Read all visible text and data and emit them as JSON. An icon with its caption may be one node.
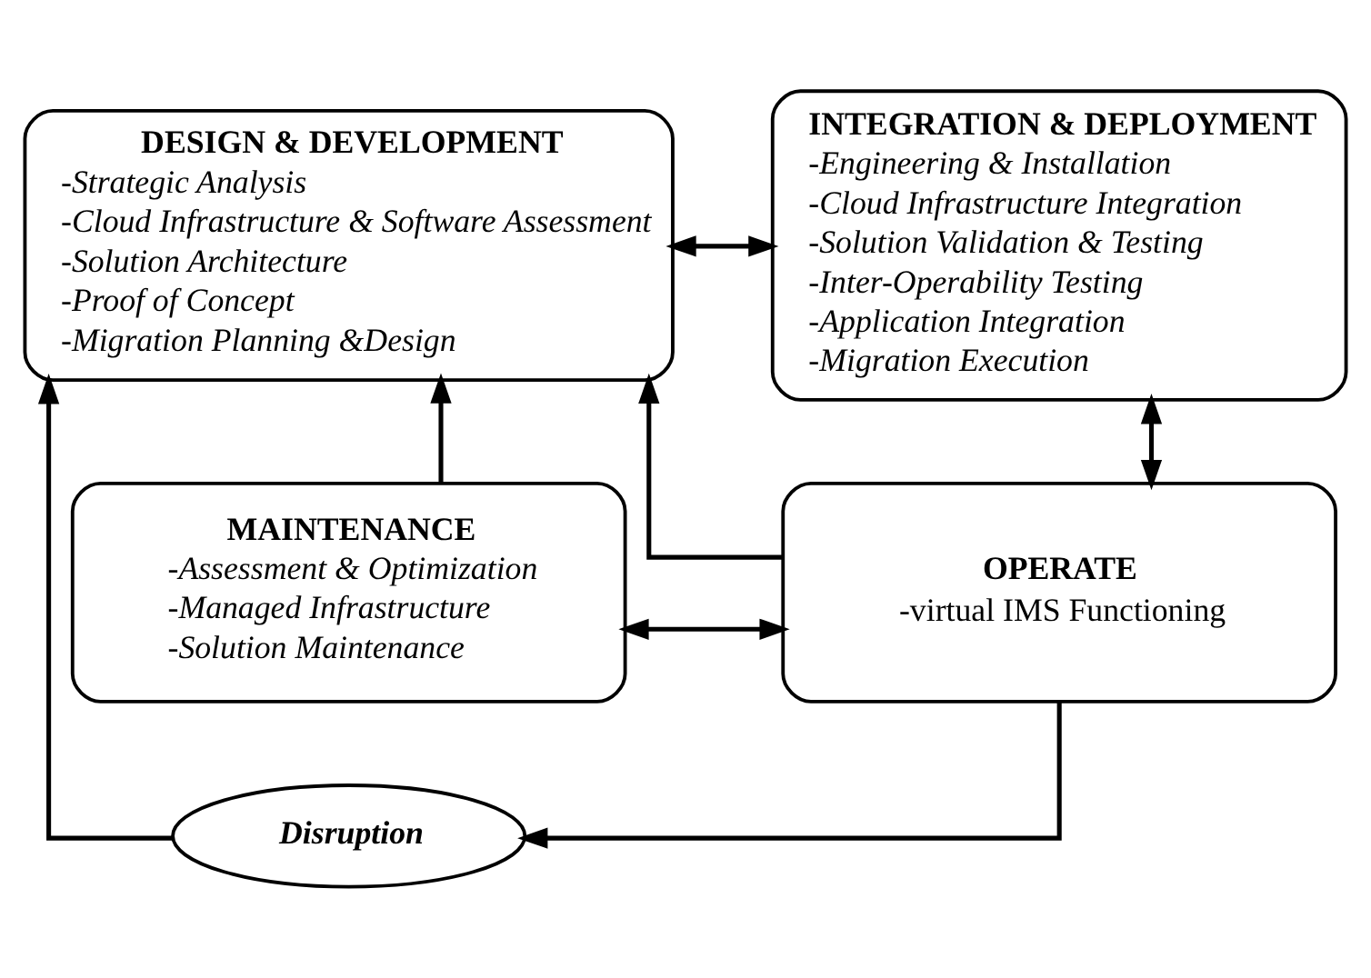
{
  "diagram": {
    "nodes": [
      {
        "text": [
          "DESIGN & DEVELOPMENT",
          "-Strategic Analysis",
          "-Cloud Infrastructure & Software Assessment",
          "-Solution Architecture",
          "-Proof of Concept",
          "-Migration Planning &Design"
        ]
      },
      {
        "text": [
          "INTEGRATION & DEPLOYMENT",
          "-Engineering & Installation",
          "-Cloud Infrastructure Integration",
          "-Solution Validation & Testing",
          "-Inter-Operability Testing",
          "-Application Integration",
          "-Migration Execution"
        ]
      },
      {
        "text": [
          "MAINTENANCE",
          "-Assessment & Optimization",
          "-Managed Infrastructure",
          "-Solution Maintenance"
        ]
      },
      {
        "text": [
          "OPERATE",
          "-virtual IMS Functioning"
        ]
      },
      {
        "text": [
          "Disruption"
        ]
      }
    ],
    "edges": [
      {
        "from": 0,
        "to": 1,
        "arrow": "both"
      },
      {
        "from": 1,
        "to": 3,
        "arrow": "both"
      },
      {
        "from": 2,
        "to": 0,
        "arrow": "to"
      },
      {
        "from": 3,
        "to": 0,
        "arrow": "to"
      },
      {
        "from": 2,
        "to": 3,
        "arrow": "both"
      },
      {
        "from": 3,
        "to": 4,
        "arrow": "to"
      },
      {
        "from": 4,
        "to": 0,
        "arrow": "to"
      }
    ]
  }
}
